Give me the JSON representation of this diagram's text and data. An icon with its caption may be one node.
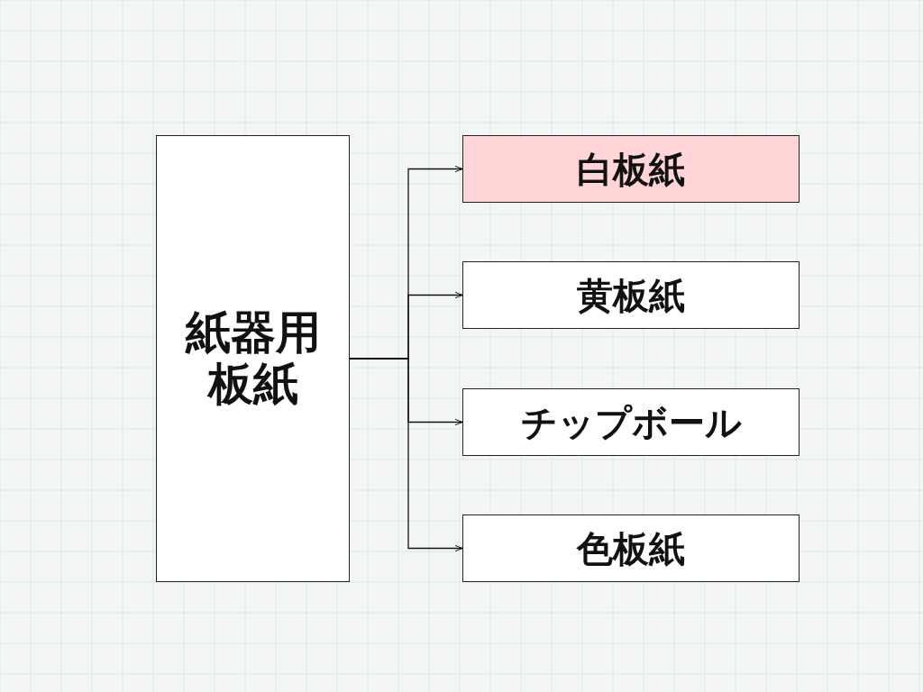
{
  "diagram": {
    "nodes": [
      {
        "text": [
          "紙器用板紙"
        ]
      },
      {
        "text": [
          "白板紙"
        ]
      },
      {
        "text": [
          "黄板紙"
        ]
      },
      {
        "text": [
          "チップボール"
        ]
      },
      {
        "text": [
          "色板紙"
        ]
      }
    ],
    "edges": [
      {
        "from": 0,
        "to": 1,
        "arrow": "to"
      },
      {
        "from": 0,
        "to": 2,
        "arrow": "to"
      },
      {
        "from": 0,
        "to": 3,
        "arrow": "to"
      },
      {
        "from": 0,
        "to": 4,
        "arrow": "to"
      }
    ]
  }
}
